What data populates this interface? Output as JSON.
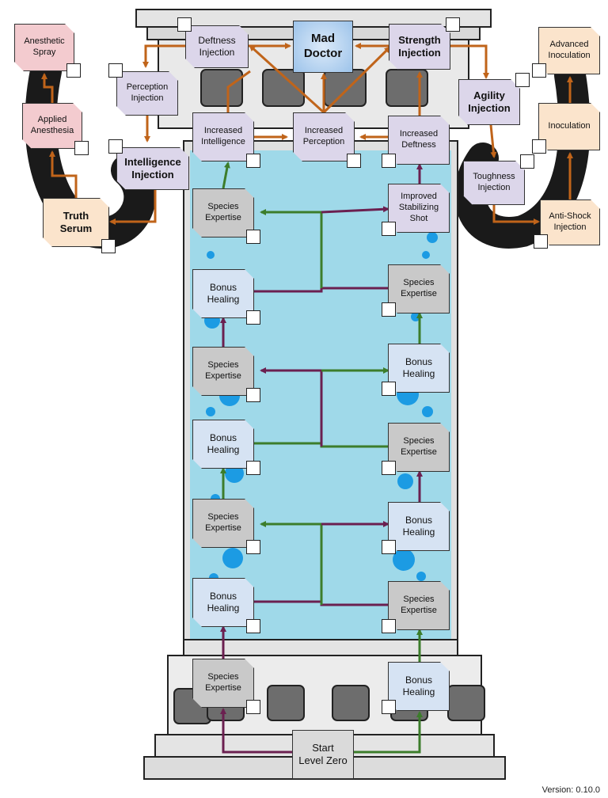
{
  "version_label": "Version: 0.10.0",
  "colors": {
    "trunk_link": "#6b2050",
    "growth_link": "#3c7d2b",
    "upgrade_link": "#c0641a",
    "liquid": "#9fd9e9",
    "bubble": "#1c9be3"
  },
  "nodes": [
    {
      "id": "start",
      "label": "Start\nLevel Zero",
      "style": "start"
    },
    {
      "id": "species-1",
      "label": "Species\nExpertise",
      "style": "grey"
    },
    {
      "id": "healing-1",
      "label": "Bonus\nHealing",
      "style": "blue"
    },
    {
      "id": "healing-2",
      "label": "Bonus\nHealing",
      "style": "blue"
    },
    {
      "id": "species-2",
      "label": "Species\nExpertise",
      "style": "grey"
    },
    {
      "id": "species-3",
      "label": "Species\nExpertise",
      "style": "grey"
    },
    {
      "id": "healing-3",
      "label": "Bonus\nHealing",
      "style": "blue"
    },
    {
      "id": "healing-4",
      "label": "Bonus\nHealing",
      "style": "blue"
    },
    {
      "id": "species-4",
      "label": "Species\nExpertise",
      "style": "grey"
    },
    {
      "id": "species-5",
      "label": "Species\nExpertise",
      "style": "grey"
    },
    {
      "id": "healing-5",
      "label": "Bonus\nHealing",
      "style": "blue"
    },
    {
      "id": "healing-6",
      "label": "Bonus\nHealing",
      "style": "blue"
    },
    {
      "id": "species-6",
      "label": "Species\nExpertise",
      "style": "grey"
    },
    {
      "id": "species-7",
      "label": "Species\nExpertise",
      "style": "grey"
    },
    {
      "id": "stabilizing",
      "label": "Improved\nStabilizing\nShot",
      "style": "lav"
    },
    {
      "id": "inc-intelligence",
      "label": "Increased\nIntelligence",
      "style": "lav"
    },
    {
      "id": "inc-perception",
      "label": "Increased\nPerception",
      "style": "lav"
    },
    {
      "id": "inc-deftness",
      "label": "Increased\nDeftness",
      "style": "lav"
    },
    {
      "id": "deftness-injection",
      "label": "Deftness\nInjection",
      "style": "lav"
    },
    {
      "id": "mad-doctor",
      "label": "Mad\nDoctor",
      "style": "doctor"
    },
    {
      "id": "strength-injection",
      "label": "Strength\nInjection",
      "style": "lav"
    },
    {
      "id": "perception-injection",
      "label": "Perception\nInjection",
      "style": "lav"
    },
    {
      "id": "intelligence-injection",
      "label": "Intelligence\nInjection",
      "style": "lav"
    },
    {
      "id": "truth-serum",
      "label": "Truth\nSerum",
      "style": "peach"
    },
    {
      "id": "applied-anesthesia",
      "label": "Applied\nAnesthesia",
      "style": "pink"
    },
    {
      "id": "anesthetic-spray",
      "label": "Anesthetic\nSpray",
      "style": "pink"
    },
    {
      "id": "agility-injection",
      "label": "Agility\nInjection",
      "style": "lav"
    },
    {
      "id": "toughness-injection",
      "label": "Toughness\nInjection",
      "style": "lav"
    },
    {
      "id": "anti-shock",
      "label": "Anti-Shock\nInjection",
      "style": "peach"
    },
    {
      "id": "inoculation",
      "label": "Inoculation",
      "style": "peach"
    },
    {
      "id": "advanced-inoculation",
      "label": "Advanced\nInoculation",
      "style": "peach"
    }
  ]
}
